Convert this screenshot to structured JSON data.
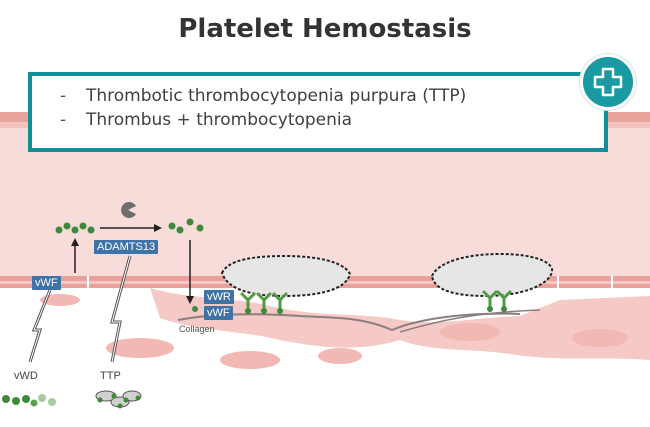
{
  "title": "Platelet Hemostasis",
  "notes": [
    "Thrombotic thrombocytopenia purpura (TTP)",
    "Thrombus + thrombocytopenia"
  ],
  "note_bullet": "-",
  "badge_icon": "medical-cross-icon",
  "labels": {
    "vwf_left": "vWF",
    "adamts13": "ADAMTS13",
    "vwr": "vWR",
    "vwf_right": "vWF",
    "collagen": "Collagen",
    "vwd": "vWD",
    "ttp": "TTP"
  },
  "colors": {
    "accent": "#0e8f9a",
    "tag_blue": "#3f73a6",
    "platelet_green": "#3f8a3a",
    "vessel_pink": "#f7d9d7",
    "wall_pink": "#e5928c"
  }
}
